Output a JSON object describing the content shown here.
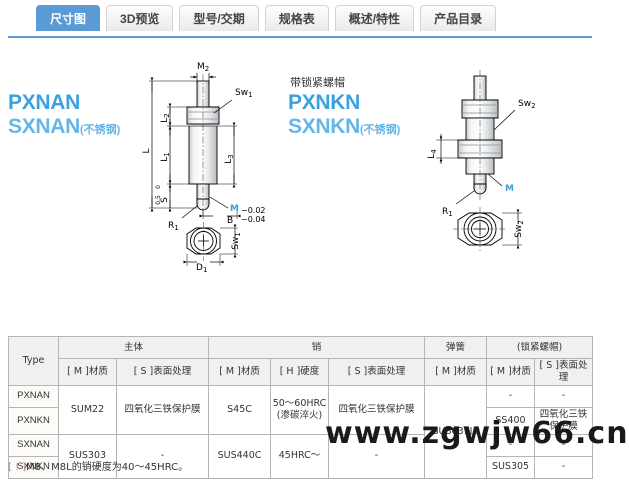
{
  "tabs": [
    {
      "label": "尺寸图",
      "active": true
    },
    {
      "label": "3D预览",
      "active": false
    },
    {
      "label": "型号/交期",
      "active": false
    },
    {
      "label": "规格表",
      "active": false
    },
    {
      "label": "概述/特性",
      "active": false
    },
    {
      "label": "产品目录",
      "active": false
    }
  ],
  "colors": {
    "tab_active_bg": "#5b9bd5",
    "model_blue": "#3aa0e0",
    "model_blue_light": "#66b5e8",
    "type_orange": "#e8743b",
    "footnote_mark": "#d0707a"
  },
  "left_figure": {
    "code_line1": "PXNAN",
    "code_line2": "SXNAN",
    "code_line2_suffix": "(不锈钢)",
    "dims": {
      "m2": "M2",
      "sw1": "Sw1",
      "l": "L",
      "l1": "L1",
      "l2": "L2",
      "l3": "L3",
      "s_tol_top": "0.5",
      "s_tol_bottom": "0",
      "s": "S",
      "m": "M",
      "tol_upper": "−0.02",
      "tol_lower": "−0.04",
      "b": "B",
      "r1": "R1",
      "d1": "D1",
      "sw1_bottom": "Sw1"
    }
  },
  "right_figure": {
    "caption": "带锁紧螺帽",
    "code_line1": "PXNKN",
    "code_line2": "SXNKN",
    "code_line2_suffix": "(不锈钢)",
    "dims": {
      "sw2": "Sw2",
      "l4": "L4",
      "m": "M",
      "r1": "R1",
      "sw2_bottom": "Sw2"
    }
  },
  "table": {
    "group_headers": [
      {
        "label": "Type",
        "span": 1,
        "rowspan": 2
      },
      {
        "label": "主体",
        "span": 2
      },
      {
        "label": "销",
        "span": 3
      },
      {
        "label": "弹簧",
        "span": 1
      },
      {
        "label": "(锁紧螺帽)",
        "span": 2
      }
    ],
    "sub_headers": [
      "[ M ]材质",
      "[ S ]表面处理",
      "[ M ]材质",
      "[ H ]硬度",
      "[ S ]表面处理",
      "[ M ]材质",
      "[ M ]材质",
      "[ S ]表面处理"
    ],
    "rows": [
      {
        "type": "PXNAN",
        "body_material": "SUM22",
        "body_surface": "四氧化三铁保护膜",
        "pin_material": "S45C",
        "pin_hardness_l1": "50～60HRC",
        "pin_hardness_l2": "(渗碳淬火)",
        "pin_surface": "四氧化三铁保护膜",
        "spring_material": "SUS631J1",
        "nut_material": "-",
        "nut_surface": "-"
      },
      {
        "type": "PXNKN",
        "nut_material": "SS400",
        "nut_surface": "四氧化三铁保护膜"
      },
      {
        "type": "SXNAN",
        "body_material": "SUS303",
        "body_surface": "-",
        "pin_material": "SUS440C",
        "pin_hardness": "45HRC～",
        "pin_surface": "-",
        "nut_material": "-",
        "nut_surface": "-"
      },
      {
        "type": "SXNKN",
        "nut_material": "SUS305",
        "nut_surface": "-"
      }
    ]
  },
  "footnote": {
    "mark": "[ ! ]",
    "text": "M8、M8L的销硬度为40～45HRC。"
  },
  "watermark": {
    "text": "www.zgwjw66.cn"
  }
}
